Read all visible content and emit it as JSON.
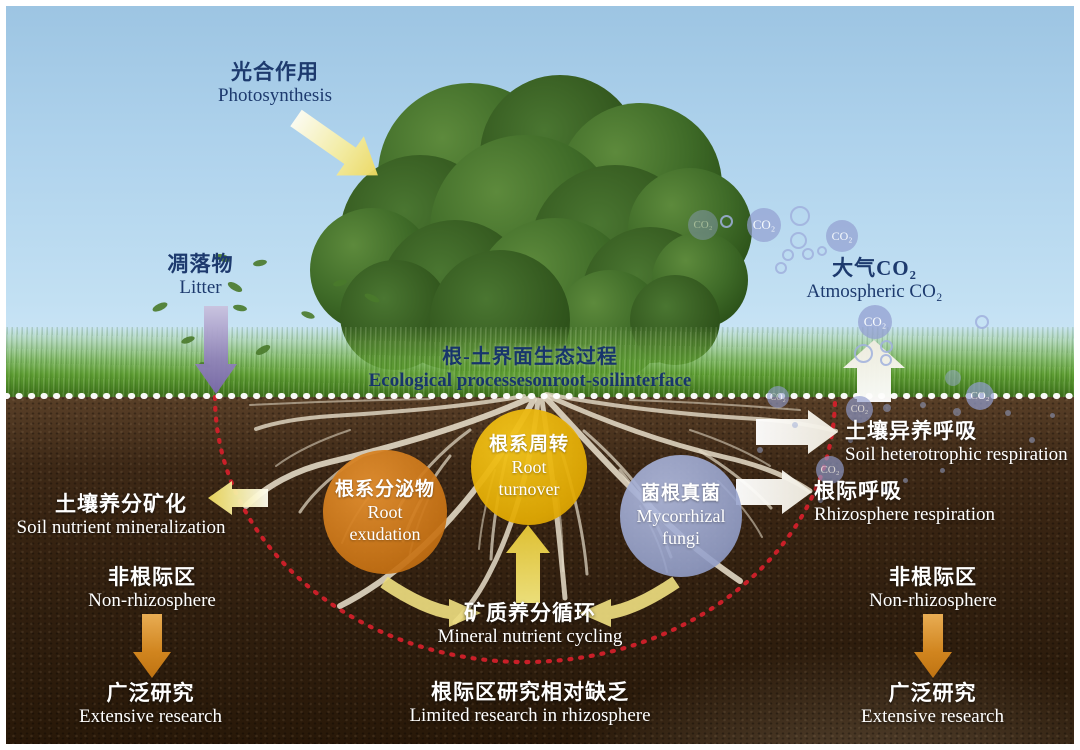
{
  "co2": "CO₂",
  "sky": {
    "photosynthesis": {
      "zh": "光合作用",
      "en": "Photosynthesis"
    },
    "litter": {
      "zh": "凋落物",
      "en": "Litter"
    },
    "atmospheric_co2": {
      "zh": "大气CO₂",
      "en": "Atmospheric CO₂"
    }
  },
  "surface": {
    "title": {
      "zh": "根-土界面生态过程",
      "en": "Ecological processesonroot-soilinterface"
    }
  },
  "rhizosphere": {
    "root_exudation": {
      "zh": "根系分泌物",
      "en1": "Root",
      "en2": "exudation"
    },
    "root_turnover": {
      "zh": "根系周转",
      "en1": "Root",
      "en2": "turnover"
    },
    "mycorrhizal_fungi": {
      "zh": "菌根真菌",
      "en1": "Mycorrhizal",
      "en2": "fungi"
    },
    "mineral_nutrient_cycling": {
      "zh": "矿质养分循环",
      "en": "Mineral nutrient cycling"
    }
  },
  "left": {
    "soil_nutrient_mineralization": {
      "zh": "土壤养分矿化",
      "en": "Soil nutrient mineralization"
    },
    "non_rhizosphere": {
      "zh": "非根际区",
      "en": "Non-rhizosphere"
    },
    "extensive_research": {
      "zh": "广泛研究",
      "en": "Extensive research"
    }
  },
  "right": {
    "soil_heterotrophic_respiration": {
      "zh": "土壤异养呼吸",
      "en": "Soil heterotrophic respiration"
    },
    "rhizosphere_respiration": {
      "zh": "根际呼吸",
      "en": "Rhizosphere respiration"
    },
    "non_rhizosphere": {
      "zh": "非根际区",
      "en": "Non-rhizosphere"
    },
    "extensive_research": {
      "zh": "广泛研究",
      "en": "Extensive research"
    }
  },
  "bottom": {
    "limited_research": {
      "zh": "根际区研究相对缺乏",
      "en": "Limited research in rhizosphere"
    }
  },
  "colors": {
    "root_exudation_circle": "#cf7a1b",
    "root_turnover_circle": "#e6ae06",
    "mycorrhizal_circle": "#97a3cc",
    "red_dashed_boundary": "#d2202a",
    "co2_bubble": "#929fd1",
    "sky_text": "#1d3a6e",
    "soil_text": "#ffffff"
  }
}
